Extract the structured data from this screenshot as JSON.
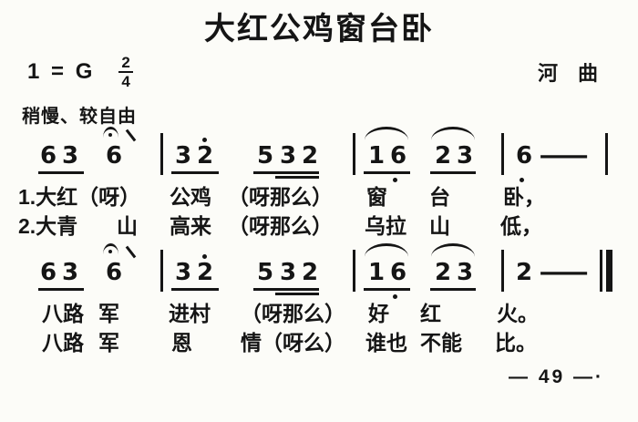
{
  "title": "大红公鸡窗台卧",
  "header": {
    "key_prefix": "1 = G",
    "meter_upper": "2",
    "meter_lower": "4",
    "region": "河　曲"
  },
  "tempo": "稍慢、较自由",
  "music": {
    "line1": {
      "notes": [
        "6",
        "3",
        "6",
        "3",
        "2",
        "5",
        "3",
        "2",
        "1",
        "6",
        "2",
        "3",
        "6"
      ],
      "dash": "—"
    },
    "line2": {
      "notes": [
        "6",
        "3",
        "6",
        "3",
        "2",
        "5",
        "3",
        "2",
        "1",
        "6",
        "2",
        "3",
        "2"
      ],
      "dash": "—"
    }
  },
  "lyrics": {
    "row1": [
      "1.大红（呀）",
      "公鸡",
      "（呀那么）",
      "窗",
      "台",
      "卧，"
    ],
    "row2": [
      "2.大青",
      "山",
      "高来",
      "（呀那么）",
      "乌拉",
      "山",
      "低，"
    ],
    "row3": [
      "八路",
      "军",
      "进村",
      "（呀那么）",
      "好",
      "红",
      "火。"
    ],
    "row4": [
      "八路",
      "军",
      "恩",
      "情（呀么）",
      "谁也",
      "不能",
      "比。"
    ]
  },
  "page_number": "— 49 —·",
  "colors": {
    "ink": "#151515",
    "paper": "#fcfcf8"
  }
}
